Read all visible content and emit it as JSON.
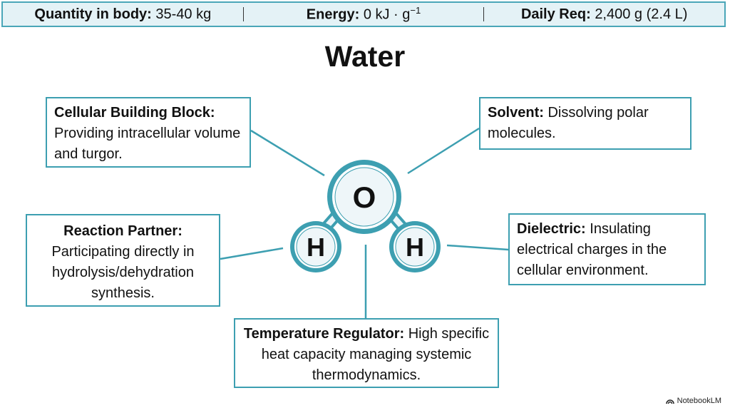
{
  "stats": [
    {
      "label": "Quantity in body:",
      "value": "35-40 kg"
    },
    {
      "label": "Energy:",
      "value": "0 kJ · g",
      "sup": "−1"
    },
    {
      "label": "Daily Req:",
      "value": "2,400 g (2.4 L)"
    }
  ],
  "title": "Water",
  "molecule": {
    "oxygen": "O",
    "hydrogen_left": "H",
    "hydrogen_right": "H"
  },
  "boxes": {
    "cellular": {
      "title": "Cellular Building Block:",
      "text": "Providing intracellular volume and turgor."
    },
    "solvent": {
      "title": "Solvent:",
      "text": "Dissolving polar molecules."
    },
    "reaction": {
      "title": "Reaction Partner:",
      "text": "Participating directly in hydrolysis/dehydration synthesis."
    },
    "dielectric": {
      "title": "Dielectric:",
      "text": "Insulating electrical charges in the cellular environment."
    },
    "temperature": {
      "title": "Temperature Regulator:",
      "text": "High specific heat capacity managing systemic thermodynamics."
    }
  },
  "brand": "NotebookLM",
  "colors": {
    "accent": "#3d9fb1",
    "header_bg": "#e4f2f6",
    "atom_fill": "#eef6f9"
  }
}
